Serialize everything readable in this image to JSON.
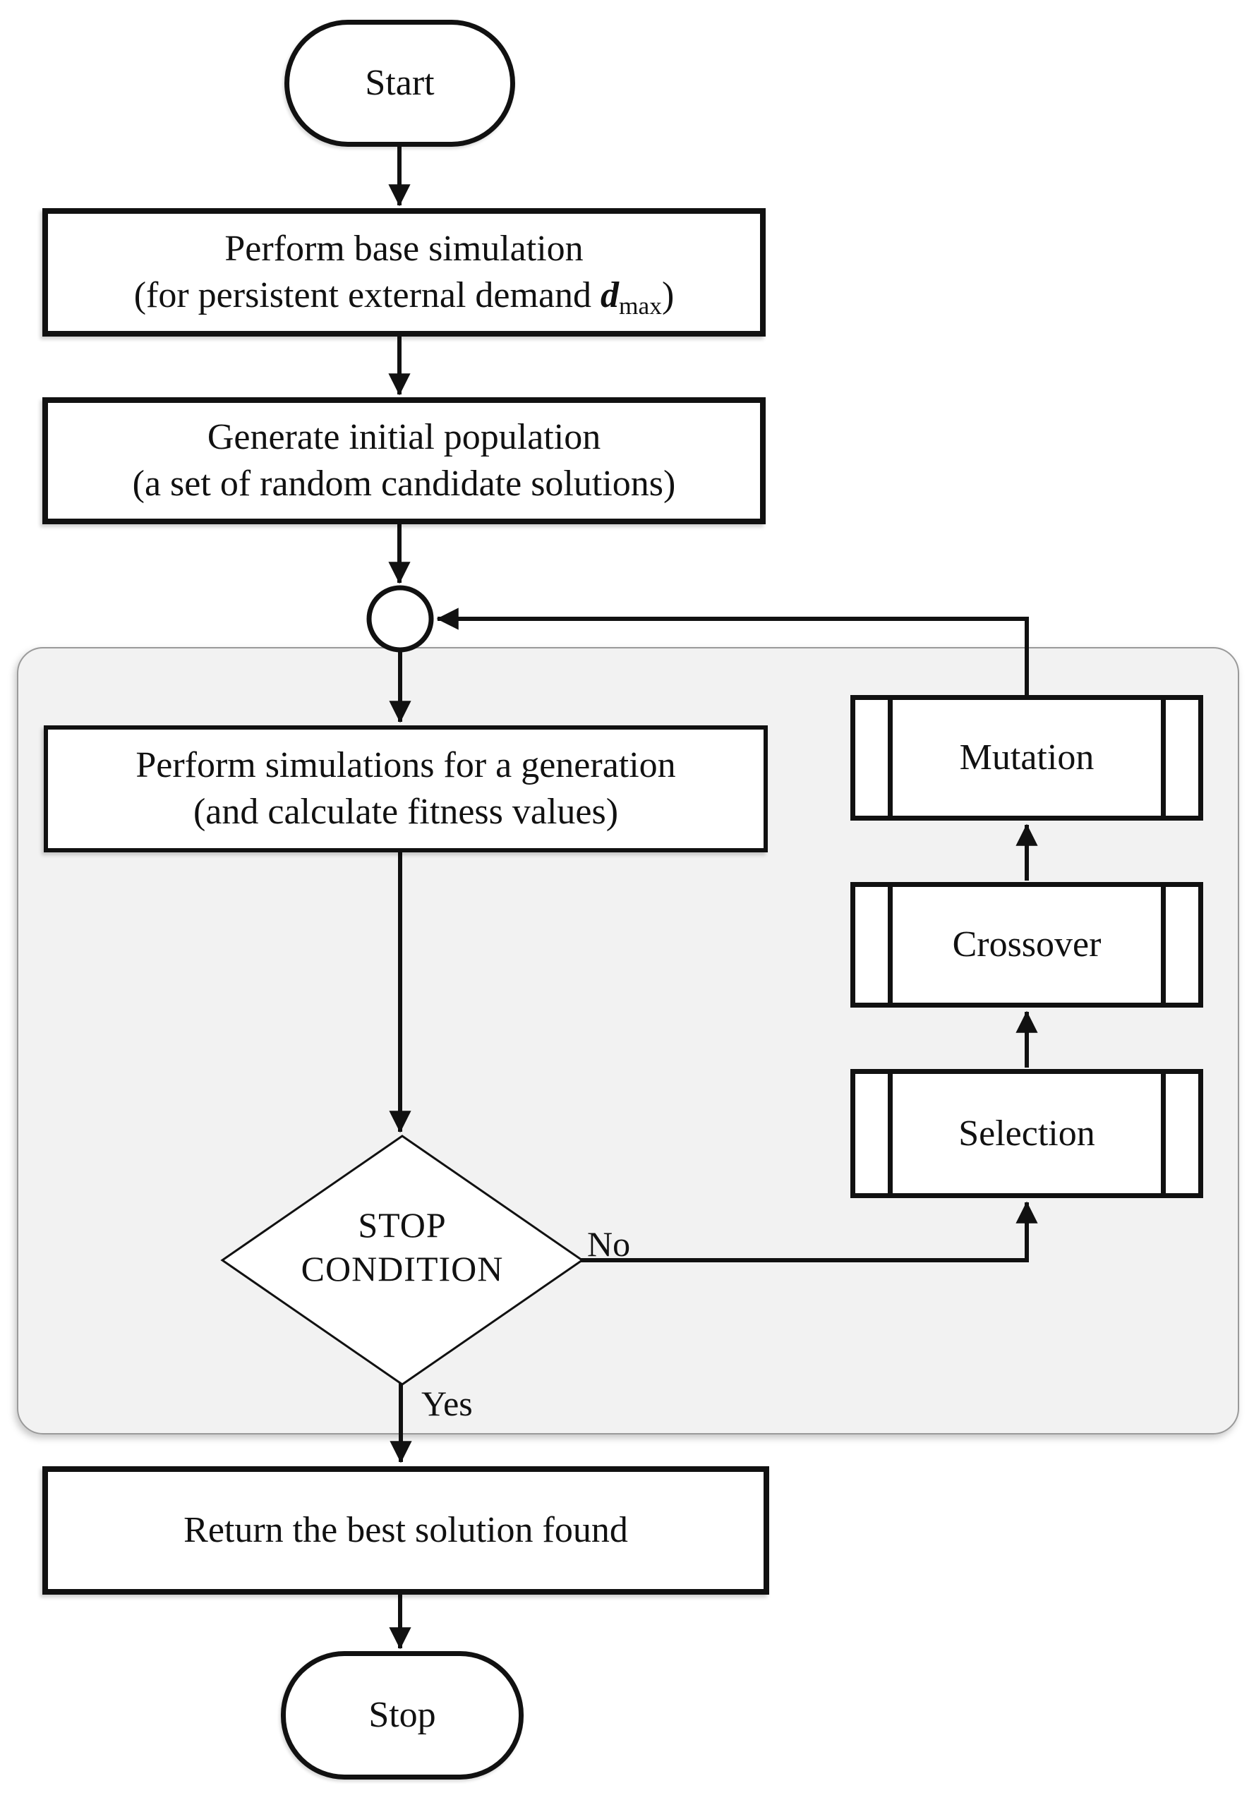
{
  "nodes": {
    "start": {
      "label": "Start"
    },
    "base_simulation": {
      "line1": "Perform base simulation",
      "line2_prefix": "(for persistent external demand ",
      "line2_symbol": "d",
      "line2_subscript": "max",
      "line2_suffix": ")"
    },
    "initial_population": {
      "line1": "Generate initial population",
      "line2": "(a set of random candidate solutions)"
    },
    "generation_simulation": {
      "line1": "Perform simulations for a generation",
      "line2": "(and calculate fitness values)"
    },
    "stop_condition": {
      "line1": "STOP",
      "line2": "CONDITION"
    },
    "selection": {
      "label": "Selection"
    },
    "crossover": {
      "label": "Crossover"
    },
    "mutation": {
      "label": "Mutation"
    },
    "return_best": {
      "label": "Return the best solution found"
    },
    "stop": {
      "label": "Stop"
    }
  },
  "edge_labels": {
    "yes": "Yes",
    "no": "No"
  },
  "colors": {
    "stroke": "#111111",
    "node_fill": "#ffffff",
    "loop_background": "#f2f2f2",
    "loop_border": "#9a9a9a"
  }
}
